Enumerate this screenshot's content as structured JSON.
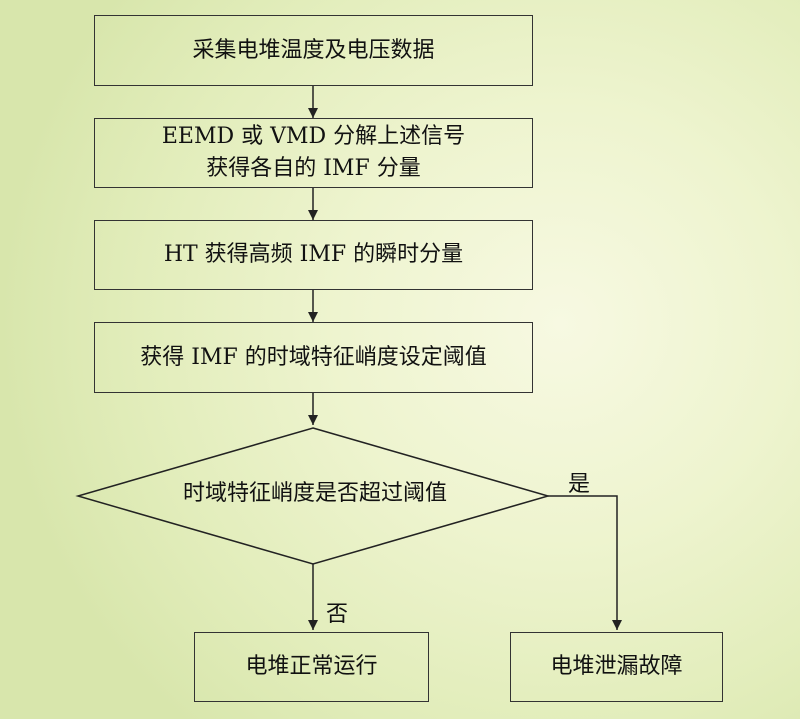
{
  "steps": {
    "collect": "采集电堆温度及电压数据",
    "decompose_line1": "EEMD 或 VMD 分解上述信号",
    "decompose_line2": "获得各自的 IMF 分量",
    "ht": "HT 获得高频 IMF 的瞬时分量",
    "threshold": "获得 IMF 的时域特征峭度设定阈值"
  },
  "decision": {
    "question": "时域特征峭度是否超过阈值",
    "yes_label": "是",
    "no_label": "否"
  },
  "outcomes": {
    "normal": "电堆正常运行",
    "leak": "电堆泄漏故障"
  }
}
